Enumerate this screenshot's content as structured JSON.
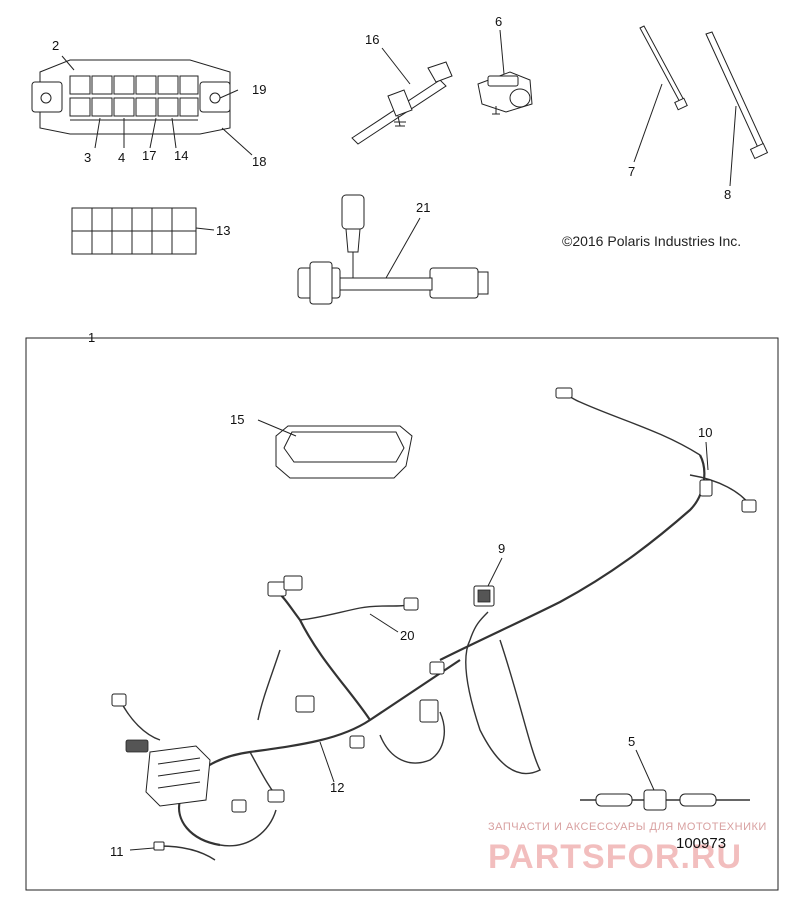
{
  "callouts": {
    "c1": "1",
    "c2": "2",
    "c3": "3",
    "c4": "4",
    "c5": "5",
    "c6": "6",
    "c7": "7",
    "c8": "8",
    "c9": "9",
    "c10": "10",
    "c11": "11",
    "c12": "12",
    "c13": "13",
    "c14": "14",
    "c15": "15",
    "c16": "16",
    "c17": "17",
    "c18": "18",
    "c19": "19",
    "c20": "20",
    "c21": "21"
  },
  "copyright": "©2016 Polaris Industries Inc.",
  "part_number": "100973",
  "watermark": {
    "tagline": "ЗАПЧАСТИ И АКСЕССУАРЫ ДЛЯ МОТОТЕХНИКИ",
    "brand": "PARTSFOR.RU"
  },
  "colors": {
    "line": "#222222",
    "watermark": "#e88a8a"
  }
}
